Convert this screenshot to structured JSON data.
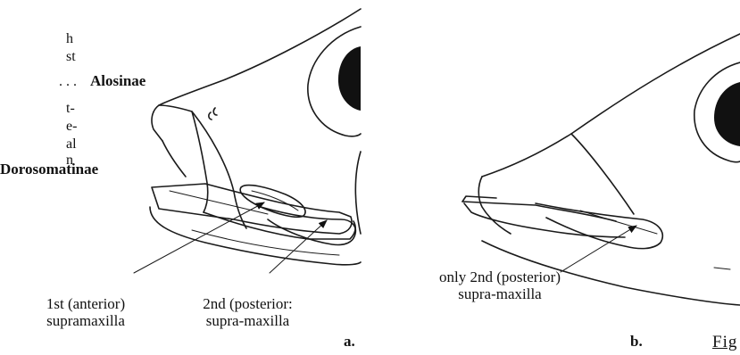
{
  "key_fragments": {
    "line1": "h",
    "line2": "st",
    "line3": ". . .",
    "line4": "t-",
    "line5": "e-",
    "line6": "al",
    "line7": "n"
  },
  "taxa": {
    "alosinae": "Alosinae",
    "dorosomatinae": "Dorosomatinae"
  },
  "labels": {
    "anterior_line1": "1st  (anterior)",
    "anterior_line2": "supramaxilla",
    "posterior_a_line1": "2nd  (posterior:",
    "posterior_a_line2": "supra-maxilla",
    "posterior_b_line1": "only 2nd (posterior)",
    "posterior_b_line2": "supra-maxilla"
  },
  "panels": {
    "a": "a.",
    "b": "b."
  },
  "figure_caption": "Fig"
}
